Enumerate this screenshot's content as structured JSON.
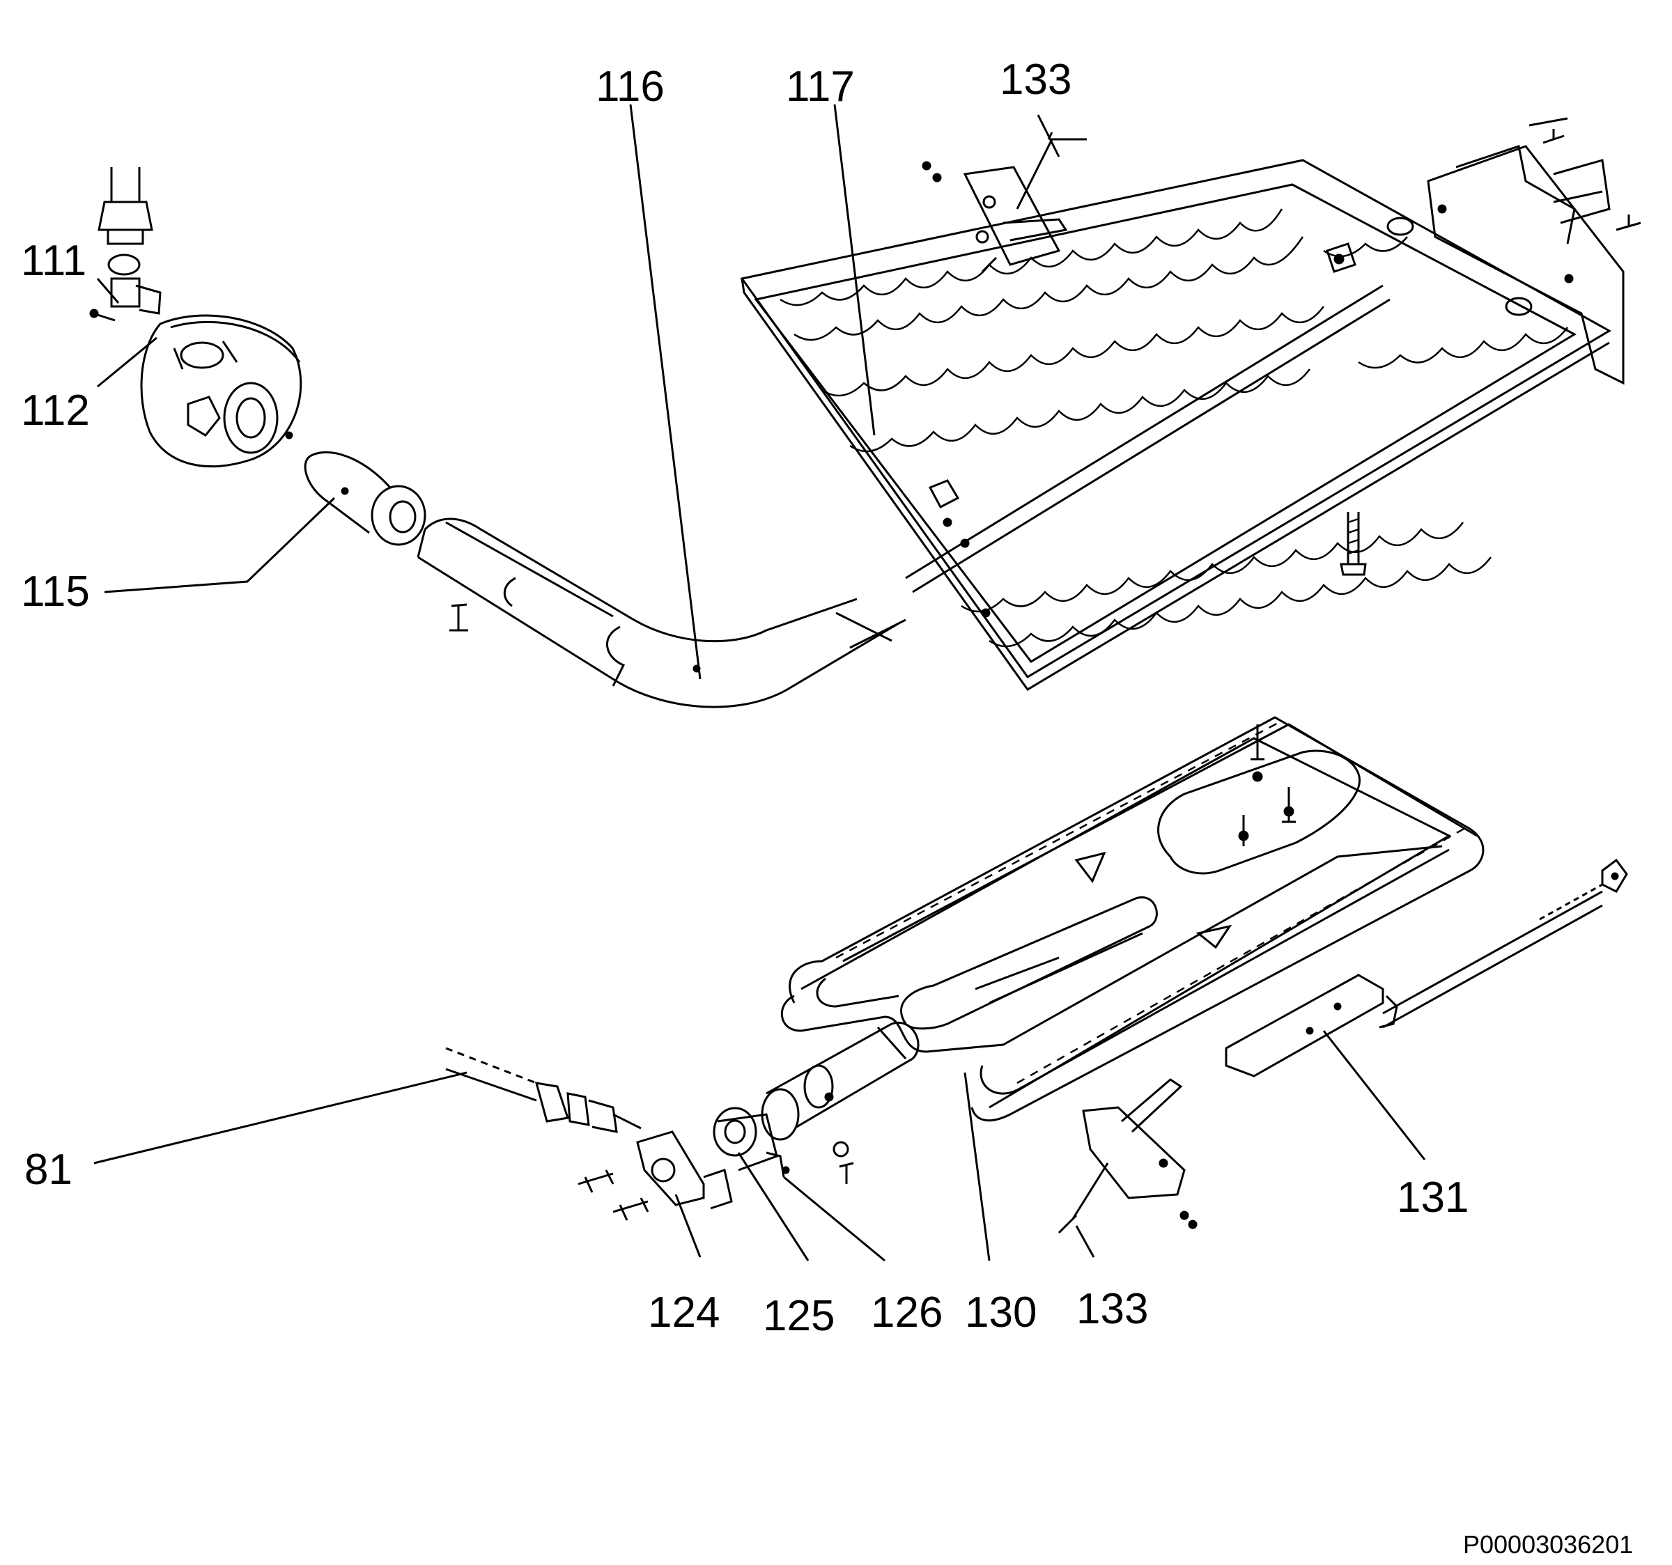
{
  "callouts": [
    {
      "id": "c111",
      "text": "111"
    },
    {
      "id": "c112",
      "text": "112"
    },
    {
      "id": "c115",
      "text": "115"
    },
    {
      "id": "c116",
      "text": "116"
    },
    {
      "id": "c117",
      "text": "117"
    },
    {
      "id": "c133top",
      "text": "133"
    },
    {
      "id": "c81",
      "text": "81"
    },
    {
      "id": "c124",
      "text": "124"
    },
    {
      "id": "c125",
      "text": "125"
    },
    {
      "id": "c126",
      "text": "126"
    },
    {
      "id": "c130",
      "text": "130"
    },
    {
      "id": "c133bot",
      "text": "133"
    },
    {
      "id": "c131",
      "text": "131"
    }
  ],
  "drawing_code": "P00003036201",
  "colors": {
    "ink": "#000000",
    "paper": "#ffffff"
  }
}
